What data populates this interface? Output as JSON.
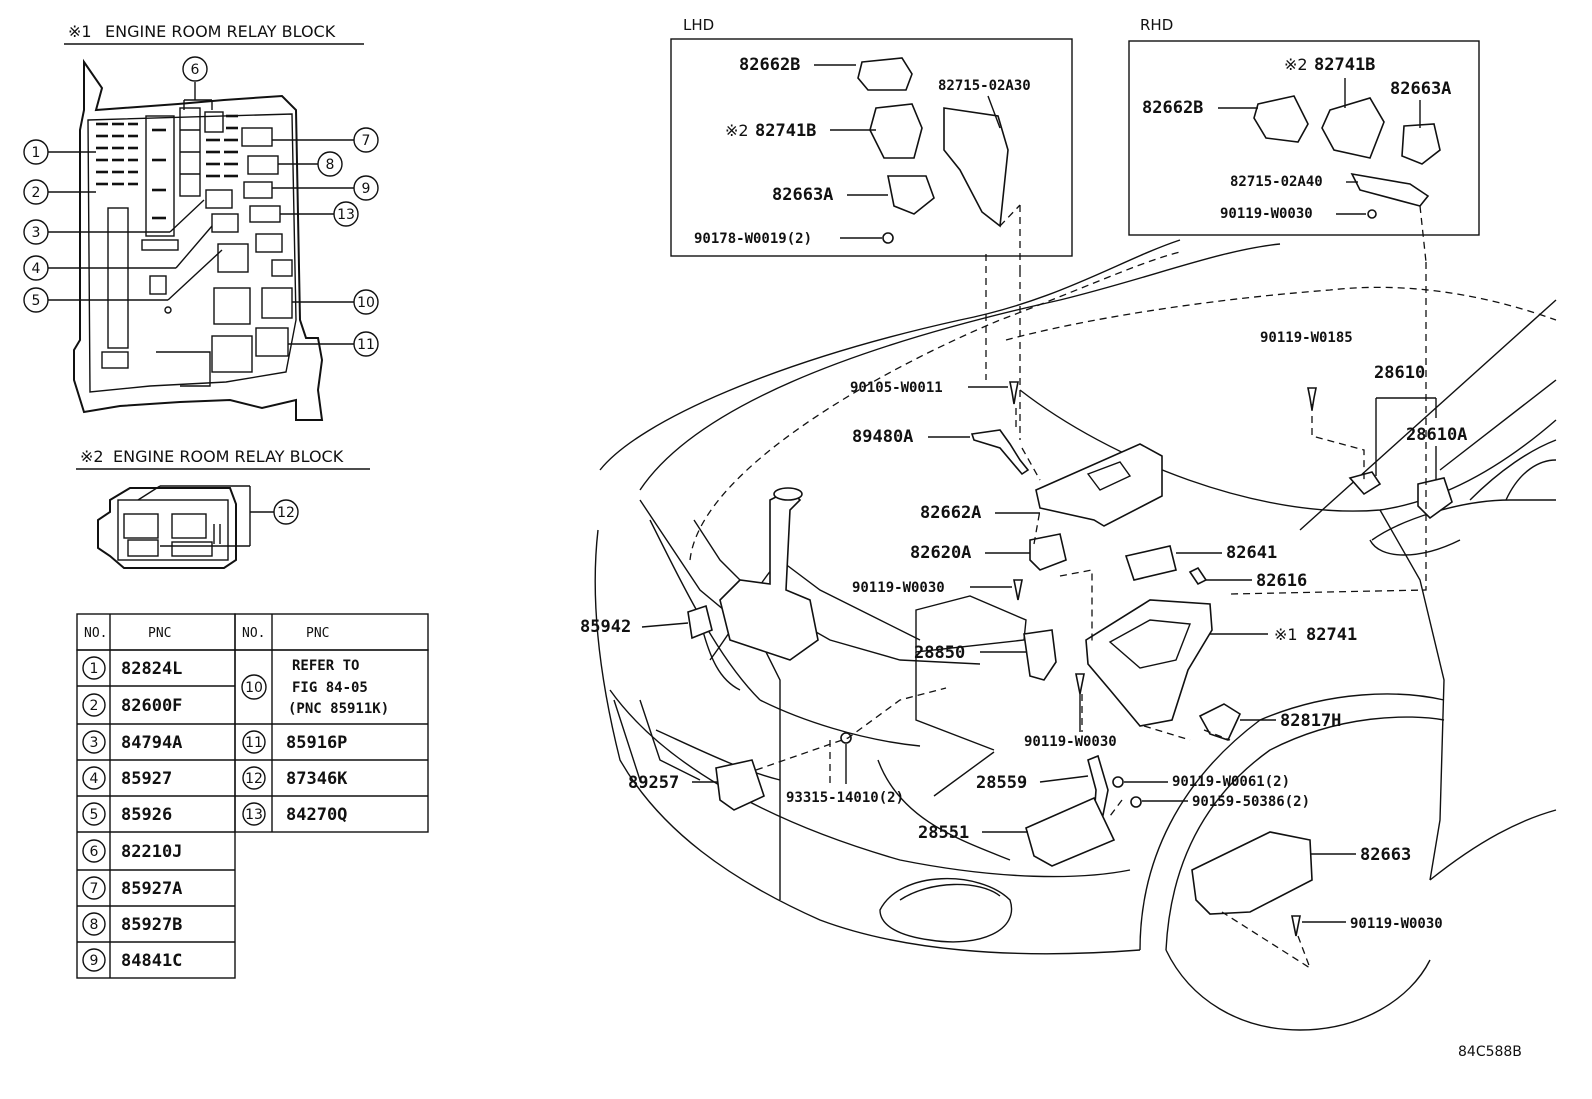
{
  "diagram_code": "84C588B",
  "block1": {
    "marker": "※1",
    "title": "ENGINE ROOM RELAY BLOCK"
  },
  "block2": {
    "marker": "※2",
    "title": "ENGINE ROOM RELAY BLOCK"
  },
  "callout_numbers": [
    "1",
    "2",
    "3",
    "4",
    "5",
    "6",
    "7",
    "8",
    "9",
    "10",
    "11",
    "12",
    "13"
  ],
  "table": {
    "col_no": "NO.",
    "col_pnc": "PNC",
    "left_rows": [
      {
        "no": "1",
        "pnc": "82824L"
      },
      {
        "no": "2",
        "pnc": "82600F"
      },
      {
        "no": "3",
        "pnc": "84794A"
      },
      {
        "no": "4",
        "pnc": "85927"
      },
      {
        "no": "5",
        "pnc": "85926"
      },
      {
        "no": "6",
        "pnc": "82210J"
      },
      {
        "no": "7",
        "pnc": "85927A"
      },
      {
        "no": "8",
        "pnc": "85927B"
      },
      {
        "no": "9",
        "pnc": "84841C"
      }
    ],
    "right_rows": [
      {
        "no": "10",
        "pnc_lines": [
          "REFER TO",
          "FIG 84-05",
          "(PNC 85911K)"
        ]
      },
      {
        "no": "11",
        "pnc": "85916P"
      },
      {
        "no": "12",
        "pnc": "87346K"
      },
      {
        "no": "13",
        "pnc": "84270Q"
      }
    ]
  },
  "lhd": {
    "title": "LHD",
    "parts": [
      {
        "label": "82662B"
      },
      {
        "label": "82715-02A30"
      },
      {
        "marker": "※2",
        "label": "82741B"
      },
      {
        "label": "82663A"
      },
      {
        "label": "90178-W0019(2)"
      }
    ]
  },
  "rhd": {
    "title": "RHD",
    "parts": [
      {
        "marker": "※2",
        "label": "82741B"
      },
      {
        "label": "82662B"
      },
      {
        "label": "82663A"
      },
      {
        "label": "82715-02A40"
      },
      {
        "label": "90119-W0030"
      }
    ]
  },
  "main_parts": [
    {
      "label": "90119-W0185"
    },
    {
      "label": "28610"
    },
    {
      "label": "28610A"
    },
    {
      "label": "90105-W0011"
    },
    {
      "label": "89480A"
    },
    {
      "label": "82662A"
    },
    {
      "label": "82620A"
    },
    {
      "label": "82641"
    },
    {
      "label": "90119-W0030"
    },
    {
      "label": "82616"
    },
    {
      "label": "85942"
    },
    {
      "marker": "※1",
      "label": "82741"
    },
    {
      "label": "28850"
    },
    {
      "label": "82817H"
    },
    {
      "label": "90119-W0030"
    },
    {
      "label": "89257"
    },
    {
      "label": "28559"
    },
    {
      "label": "90119-W0061(2)"
    },
    {
      "label": "93315-14010(2)"
    },
    {
      "label": "90159-50386(2)"
    },
    {
      "label": "28551"
    },
    {
      "label": "82663"
    },
    {
      "label": "90119-W0030"
    }
  ]
}
